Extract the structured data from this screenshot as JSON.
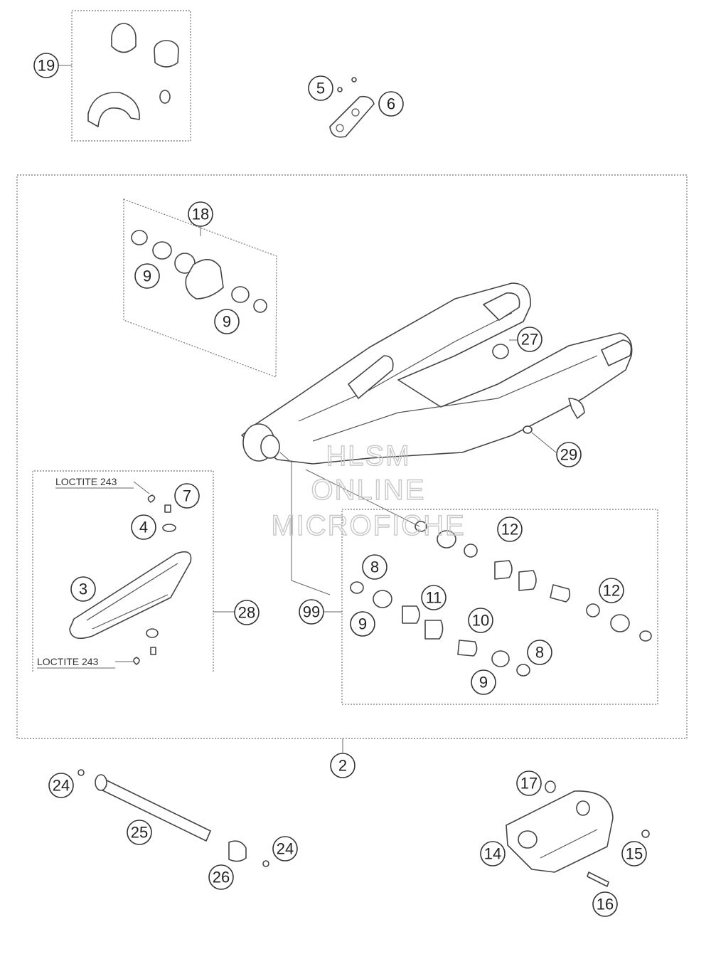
{
  "watermark": {
    "line1": "HLSM",
    "line2": "ONLINE",
    "line3": "MICROFICHE"
  },
  "notes": {
    "loctite_top": "LOCTITE 243",
    "loctite_bottom": "LOCTITE 243"
  },
  "callouts": {
    "c19": "19",
    "c5": "5",
    "c6": "6",
    "c18": "18",
    "c9a": "9",
    "c9b": "9",
    "c27": "27",
    "c29": "29",
    "c7": "7",
    "c4": "4",
    "c3": "3",
    "c28": "28",
    "c12a": "12",
    "c8a": "8",
    "c11": "11",
    "c99": "99",
    "c9c": "9",
    "c10": "10",
    "c12b": "12",
    "c8b": "8",
    "c9d": "9",
    "c2": "2",
    "c24a": "24",
    "c25": "25",
    "c24b": "24",
    "c26": "26",
    "c17": "17",
    "c14": "14",
    "c15": "15",
    "c16": "16"
  }
}
